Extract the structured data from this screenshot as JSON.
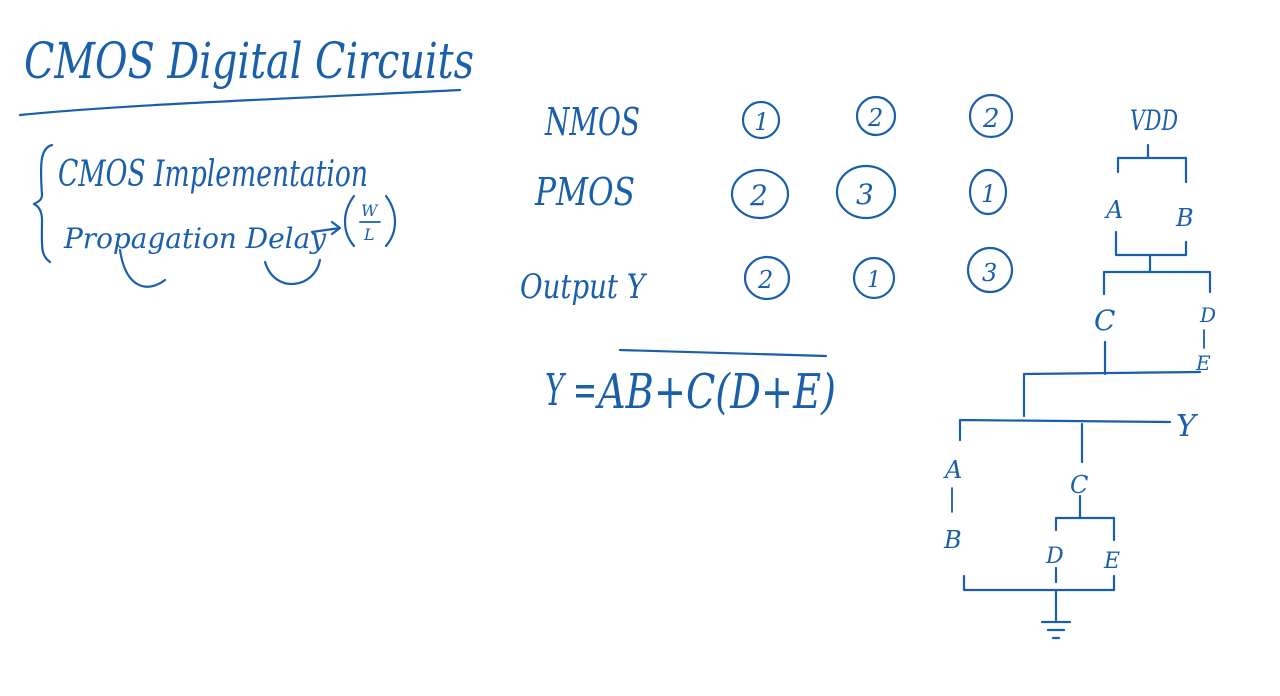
{
  "page": {
    "title": "CMOS Digital Circuits",
    "topics": [
      "CMOS Implementation",
      "Propagation Delay"
    ],
    "delay_ratio": {
      "numerator": "W",
      "denominator": "L"
    }
  },
  "sizing_table": {
    "rows": [
      {
        "label": "NMOS",
        "values": [
          "1",
          "2",
          "2"
        ]
      },
      {
        "label": "PMOS",
        "values": [
          "2",
          "3",
          "1"
        ]
      },
      {
        "label": "Output Y",
        "values": [
          "2",
          "1",
          "3"
        ]
      }
    ]
  },
  "equation": {
    "lhs": "Y =",
    "rhs": "AB+C(D+E)"
  },
  "circuit": {
    "supply": "VDD",
    "output": "Y",
    "pullup": {
      "parallel": [
        "A",
        "B"
      ],
      "branch2_left": "C",
      "branch2_right": [
        "D",
        "E"
      ]
    },
    "pulldown": {
      "left_series": [
        "A",
        "B"
      ],
      "right_top": "C",
      "right_parallel": [
        "D",
        "E"
      ]
    }
  },
  "colors": {
    "ink": "#1a5faa",
    "background": "#ffffff"
  }
}
